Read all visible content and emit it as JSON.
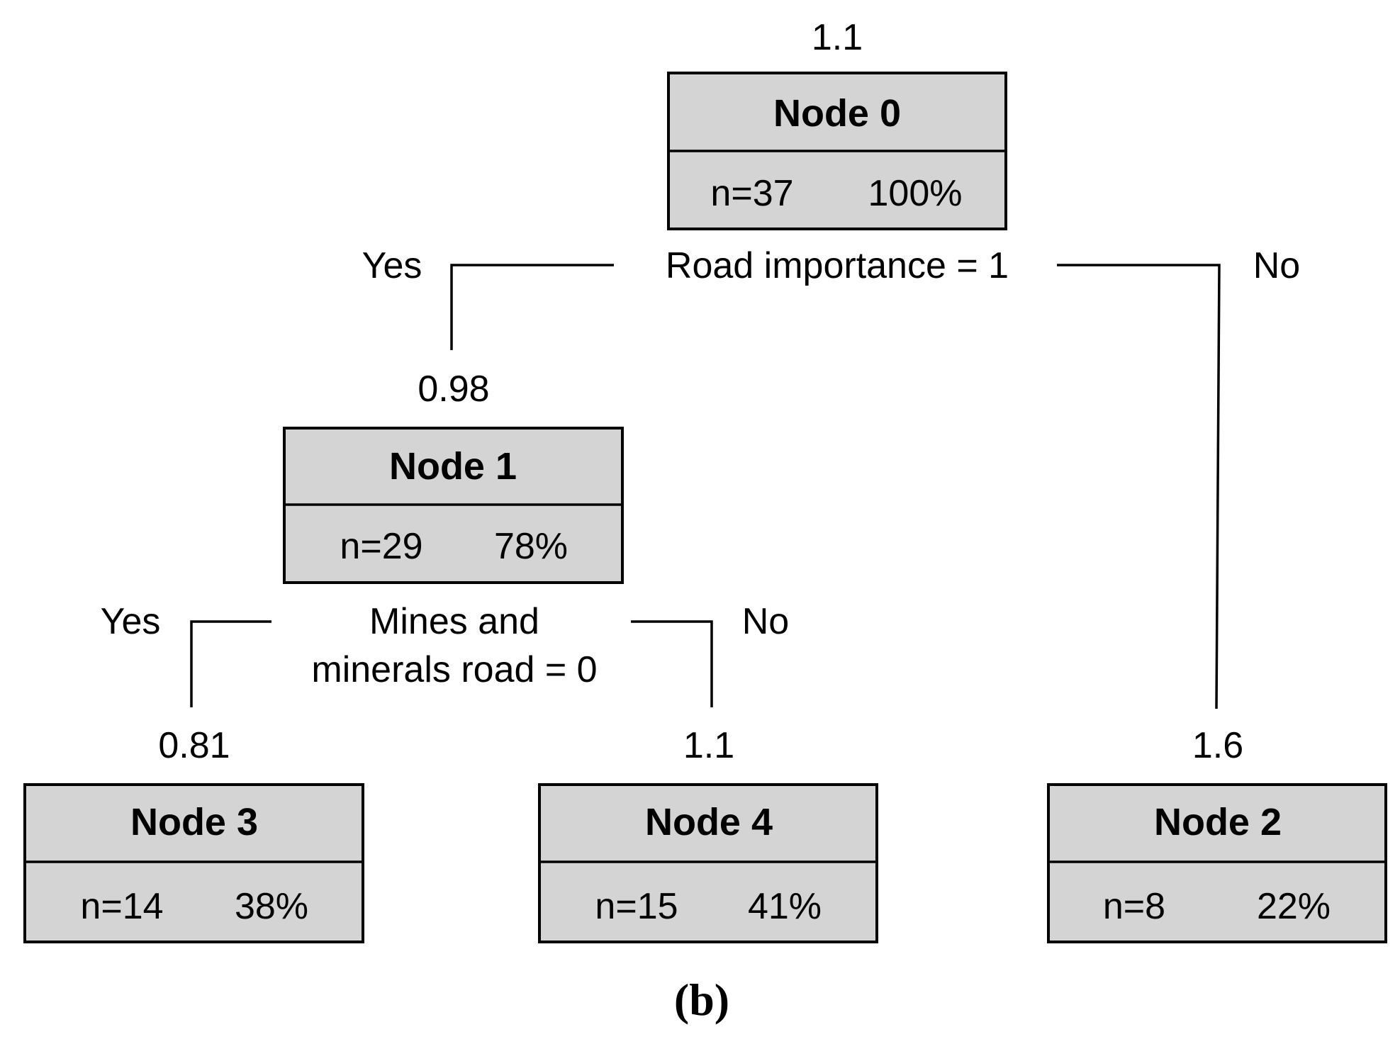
{
  "caption": "(b)",
  "tree": {
    "nodes": {
      "node0": {
        "title": "Node 0",
        "value": "1.1",
        "n": "n=37",
        "pct": "100%"
      },
      "node1": {
        "title": "Node 1",
        "value": "0.98",
        "n": "n=29",
        "pct": "78%"
      },
      "node2": {
        "title": "Node 2",
        "value": "1.6",
        "n": "n=8",
        "pct": "22%"
      },
      "node3": {
        "title": "Node 3",
        "value": "0.81",
        "n": "n=14",
        "pct": "38%"
      },
      "node4": {
        "title": "Node 4",
        "value": "1.1",
        "n": "n=15",
        "pct": "41%"
      }
    },
    "splits": {
      "root": {
        "condition": "Road importance = 1",
        "yes": "Yes",
        "no": "No"
      },
      "node1": {
        "condition_line1": "Mines and",
        "condition_line2": "minerals road = 0",
        "yes": "Yes",
        "no": "No"
      }
    }
  }
}
